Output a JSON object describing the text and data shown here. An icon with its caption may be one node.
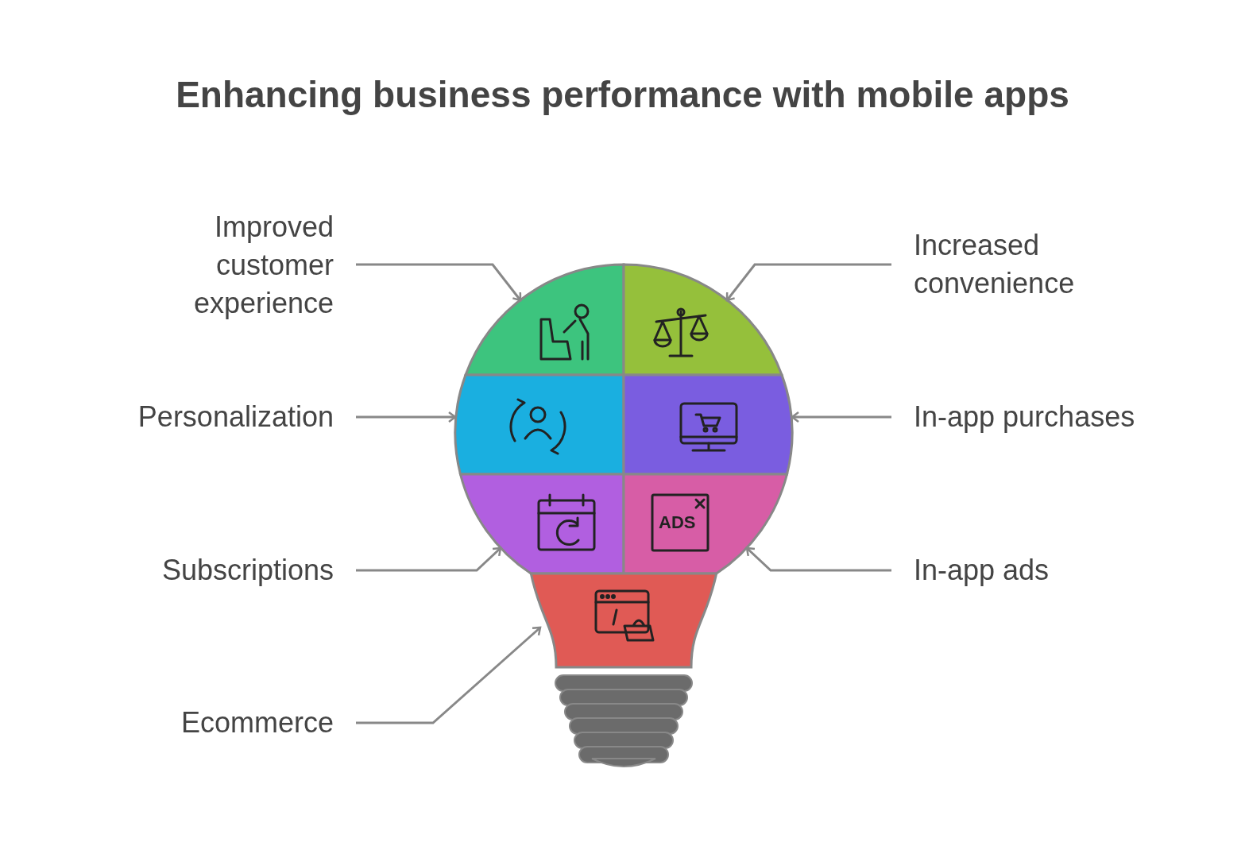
{
  "diagram": {
    "title": "Enhancing business performance with mobile apps",
    "nodes": [
      {
        "text": [
          "Improved customer experience"
        ]
      },
      {
        "text": [
          "Increased convenience"
        ]
      },
      {
        "text": [
          "Personalization"
        ]
      },
      {
        "text": [
          "In-app purchases"
        ]
      },
      {
        "text": [
          "Subscriptions"
        ]
      },
      {
        "text": [
          "In-app ads"
        ]
      },
      {
        "text": [
          "Ecommerce"
        ]
      },
      {
        "text": [],
        "shape": "box"
      },
      {
        "text": [],
        "shape": "box"
      },
      {
        "text": [],
        "shape": "box"
      },
      {
        "text": [],
        "shape": "box"
      },
      {
        "text": [],
        "shape": "box"
      },
      {
        "text": [],
        "shape": "box"
      },
      {
        "text": [],
        "shape": "box"
      }
    ],
    "edges": [
      {
        "from": 0,
        "to": 7,
        "arrow": "to"
      },
      {
        "from": 1,
        "to": 8,
        "arrow": "to"
      },
      {
        "from": 2,
        "to": 9,
        "arrow": "to"
      },
      {
        "from": 3,
        "to": 10,
        "arrow": "to"
      },
      {
        "from": 4,
        "to": 11,
        "arrow": "to"
      },
      {
        "from": 5,
        "to": 12,
        "arrow": "to"
      },
      {
        "from": 6,
        "to": 13,
        "arrow": "to"
      }
    ],
    "labels": [
      "ADS"
    ]
  }
}
